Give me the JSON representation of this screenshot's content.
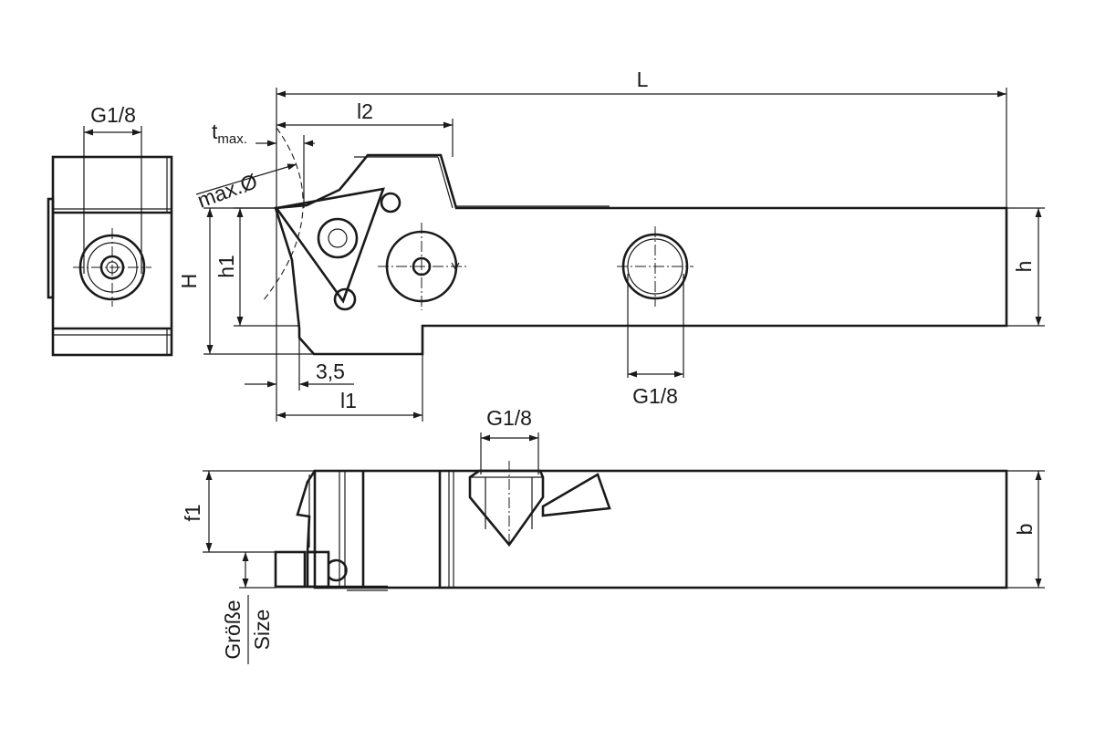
{
  "dimensions": {
    "L": "L",
    "l2": "l2",
    "t_max_main": "t",
    "t_max_sub": "max.",
    "max_diameter": "max.Ø",
    "H": "H",
    "h1": "h1",
    "h": "h",
    "offset": "3,5",
    "l1": "l1",
    "thread_end_view": "G1/8",
    "thread_side_view": "G1/8",
    "thread_top_view": "G1/8",
    "f1": "f1",
    "b": "b",
    "size_de": "Größe",
    "size_en": "Size"
  }
}
